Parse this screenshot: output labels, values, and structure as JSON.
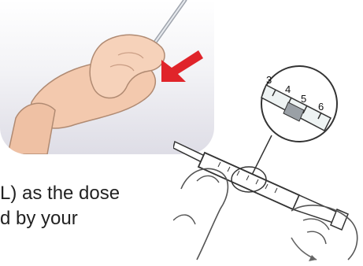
{
  "instruction": {
    "line1": "L) as the dose",
    "line2": "d by your"
  },
  "syringe": {
    "zoom_tick_labels": [
      "3",
      "4",
      "5",
      "6"
    ]
  },
  "colors": {
    "arrow": "#e0242a",
    "skin_outline": "#6b5a4e",
    "background_gradient": "#dedde6"
  }
}
